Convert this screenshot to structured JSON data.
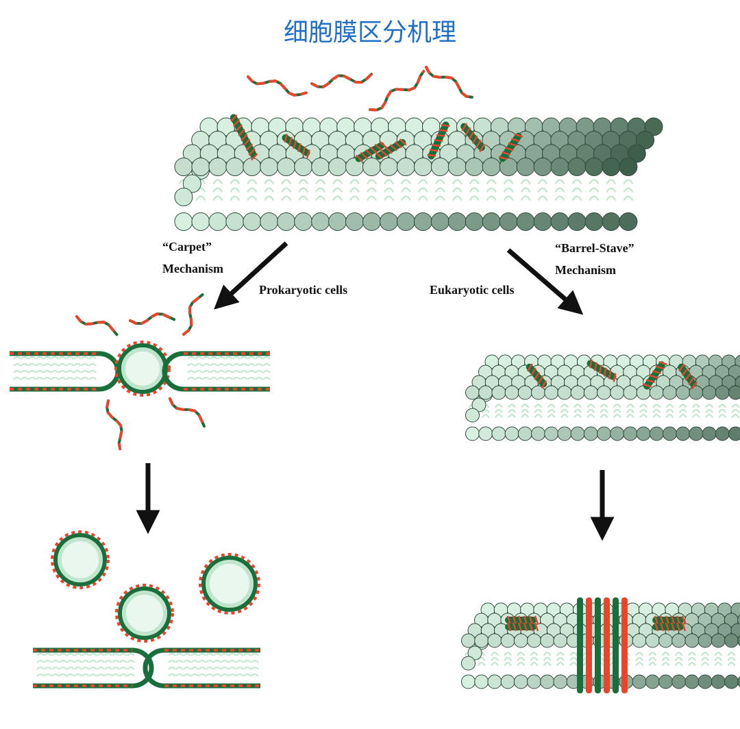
{
  "title": "细胞膜区分机理",
  "labels": {
    "carpet_line1": "“Carpet”",
    "carpet_line2": "Mechanism",
    "prokaryotic": "Prokaryotic cells",
    "barrel_line1": "“Barrel-Stave”",
    "barrel_line2": "Mechanism",
    "eukaryotic": "Eukaryotic cells"
  },
  "colors": {
    "title": "#1f6fc5",
    "peptide_red": "#e8452c",
    "peptide_green": "#1a6e3c",
    "lipid_light": "#d7f0e0",
    "lipid_dark": "#3d5e4a",
    "tail": "#bfe6cc",
    "arrow": "#111111"
  }
}
